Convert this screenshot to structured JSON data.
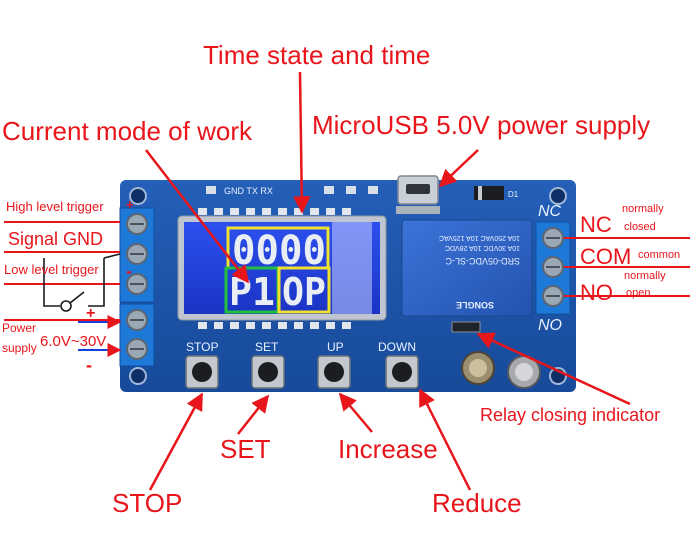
{
  "labels": {
    "time_state": "Time state and time",
    "current_mode": "Current mode of work",
    "microusb": "MicroUSB 5.0V power supply",
    "high_level_trigger": "High level trigger",
    "plus1": "+",
    "signal_gnd": "Signal GND",
    "low_level_trigger": "Low level trigger",
    "minus1": "-",
    "plus2": "+",
    "power": "Power",
    "supply": "supply",
    "voltage": "6.0V~30V",
    "minus2": "-",
    "nc": "NC",
    "nc_sub1": "normally",
    "nc_sub2": "closed",
    "com": "COM",
    "com_sub": "common",
    "no": "NO",
    "no_sub1": "normally",
    "no_sub2": "open",
    "relay_indicator": "Relay closing indicator",
    "set": "SET",
    "increase": "Increase",
    "stop": "STOP",
    "reduce": "Reduce"
  },
  "board": {
    "header_silk": "GND TX RX",
    "btn_stop": "STOP",
    "btn_set": "SET",
    "btn_up": "UP",
    "btn_down": "DOWN",
    "nc_silk": "NC",
    "no_silk": "NO",
    "d1": "D1"
  },
  "lcd": {
    "top": "0000",
    "mode": "P1",
    "state": "OP"
  },
  "relay": {
    "line1": "10A 250VAC 10A 125VAC",
    "line2": "10A 30VDC 10A 28VDC",
    "model": "SRD-05VDC-SL-C",
    "brand": "SONGLE"
  },
  "colors": {
    "pcb": "#1c54a8",
    "lcd_bg": "#1f3fd8",
    "annot": "#e8151b",
    "box_yellow": "#f0e030",
    "box_green": "#22c040",
    "relay": "#2d63c8"
  }
}
